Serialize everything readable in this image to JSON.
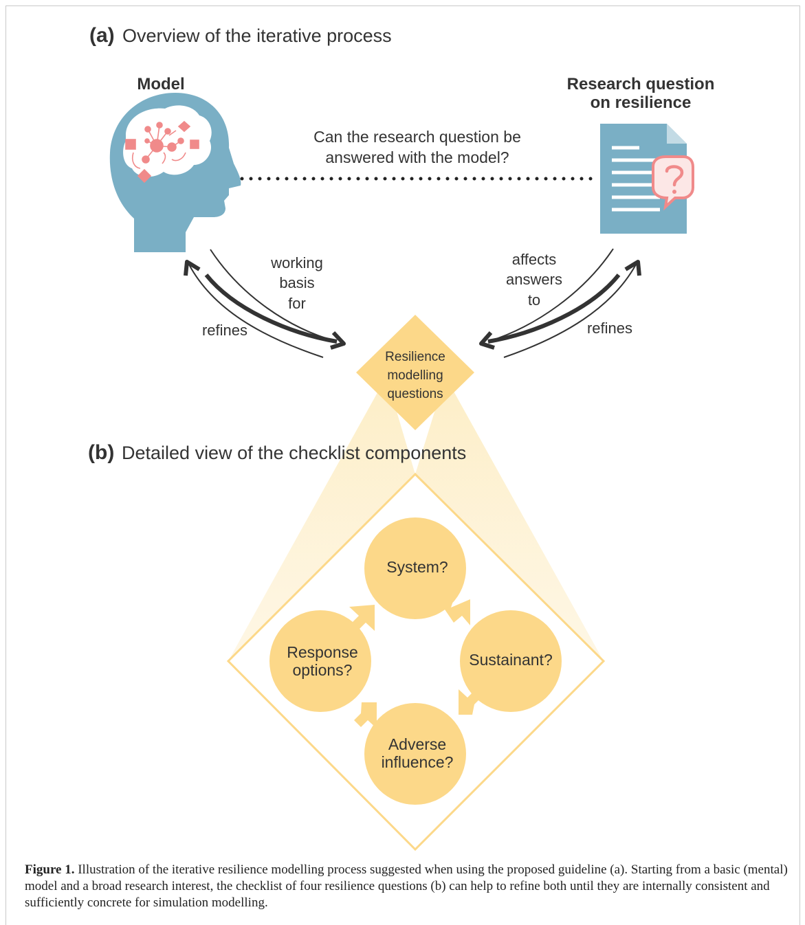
{
  "panel_a": {
    "letter": "(a)",
    "title": "Overview of the iterative process"
  },
  "panel_b": {
    "letter": "(b)",
    "title": "Detailed view of the checklist components"
  },
  "model_label": "Model",
  "research_label": {
    "line1": "Research question",
    "line2": "on resilience"
  },
  "question": {
    "line1": "Can the research question be",
    "line2": "answered with the model?"
  },
  "left_arrow": {
    "inner_line1": "working",
    "inner_line2": "basis",
    "inner_line3": "for",
    "outer": "refines"
  },
  "right_arrow": {
    "inner_line1": "affects",
    "inner_line2": "answers",
    "inner_line3": "to",
    "outer": "refines"
  },
  "center_diamond": {
    "line1": "Resilience",
    "line2": "modelling",
    "line3": "questions"
  },
  "cycle": {
    "system": "System?",
    "sustainant": "Sustainant?",
    "adverse_line1": "Adverse",
    "adverse_line2": "influence?",
    "response_line1": "Response",
    "response_line2": "options?"
  },
  "colors": {
    "head": "#7aafc5",
    "accent_pink": "#f08a8a",
    "yellow": "#fcd889",
    "pale": "#fdf2d6",
    "arrow": "#333333"
  },
  "caption": {
    "label": "Figure 1.",
    "text": " Illustration of the iterative resilience modelling process suggested when using the proposed guideline (a). Starting from a basic (mental) model and a broad research interest, the checklist of four resilience questions (b) can help to refine both until they are internally consistent and sufficiently concrete for simulation modelling."
  }
}
